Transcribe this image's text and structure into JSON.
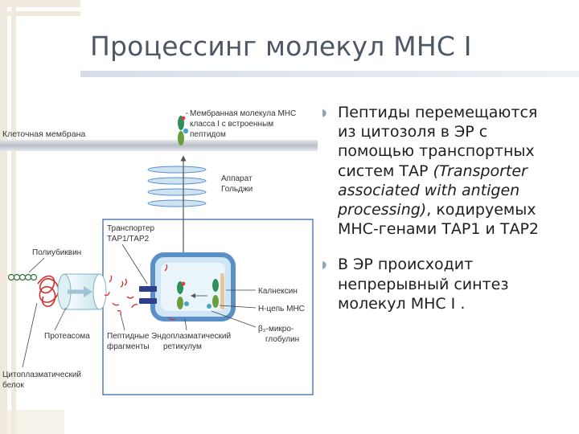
{
  "slide": {
    "title": "Процессинг молекул МНС I",
    "colors": {
      "title": "#4d5766",
      "accent": "#8ea3bd",
      "er_border": "#5a8fc8",
      "er_fill": "#d0e6f6",
      "box_border": "#3b6aa8",
      "membrane": "#c8ccd2"
    }
  },
  "diagram": {
    "labels": {
      "membrane_mhc_line1": "Мембранная молекула МНС",
      "membrane_mhc_line2": "класса I с встроенным",
      "membrane_mhc_line3": "пептидом",
      "cell_membrane": "Клеточная мембрана",
      "golgi_line1": "Аппарат",
      "golgi_line2": "Гольджи",
      "transporter_line1": "Транспортер",
      "transporter_line2": "ТАР1/ТАР2",
      "polyubiquitin": "Полиубиквин",
      "calnexin": "Калнексин",
      "h_chain": "Н-цепь МНС",
      "b2_line1": "β₂-микро-",
      "b2_line2": "глобулин",
      "proteasome": "Протеасома",
      "peptide_fragments_line1": "Пептидные",
      "peptide_fragments_line2": "фрагменты",
      "er_line1": "Эндоплазматический",
      "er_line2": "ретикулум",
      "cyto_protein_line1": "Цитоплазматический",
      "cyto_protein_line2": "белок"
    }
  },
  "bullets": {
    "b1_line1": "Пептиды перемещаются",
    "b1_line2": "из цитозоля в ЭР с",
    "b1_line3": "помощью транспортных",
    "b1_line4_a": "систем ТАР ",
    "b1_line4_b": "(Transporter",
    "b1_line5": "associated with antigen",
    "b1_line6_a": "processing)",
    "b1_line6_b": ", кодируемых",
    "b1_line7": "МНС-генами ТАР1 и ТАР2",
    "b2_line1": "В ЭР происходит",
    "b2_line2": "непрерывный синтез",
    "b2_line3": "молекул МНС I ."
  }
}
